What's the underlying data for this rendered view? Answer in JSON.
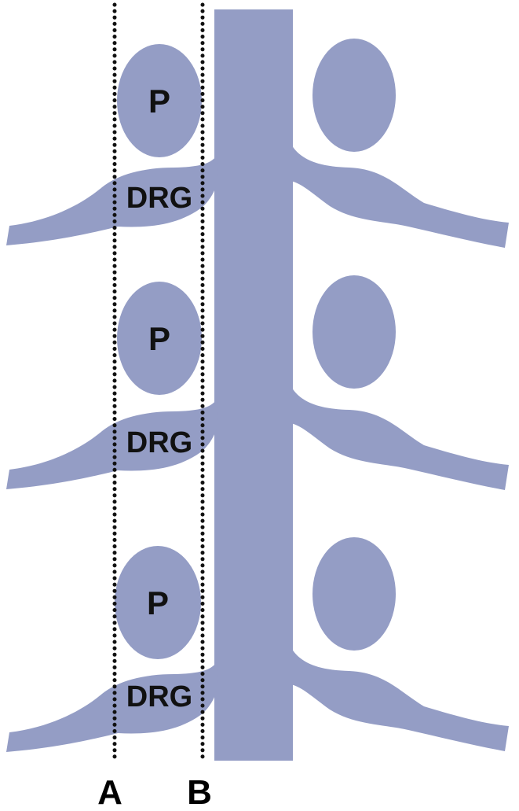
{
  "labels": {
    "pedicle": "P",
    "ganglion": "DRG"
  },
  "planes": {
    "a": "A",
    "b": "B"
  },
  "colors": {
    "tissue": "#949dc5",
    "line": "#111111",
    "background": "#ffffff"
  }
}
